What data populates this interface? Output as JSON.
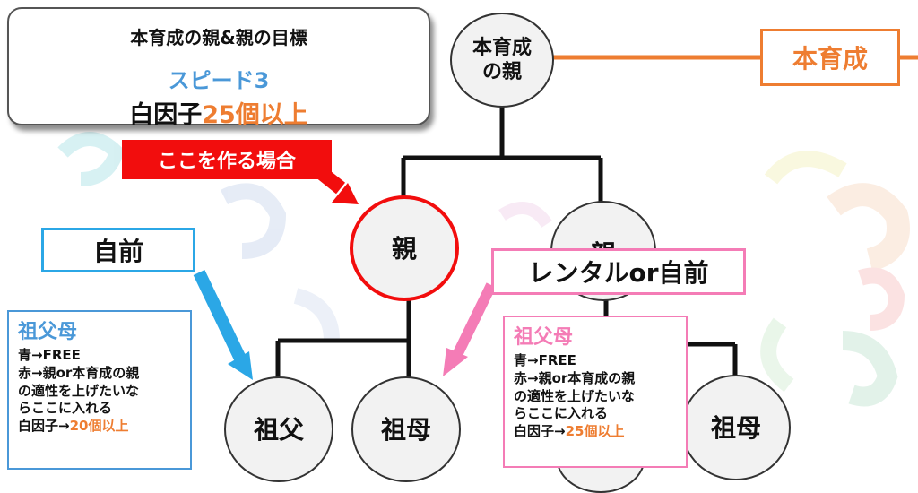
{
  "goal_box": {
    "title": "本育成の親&親の目標",
    "speed": "スピード3",
    "white_factor_label": "白因子",
    "white_factor_value": "25個以上"
  },
  "nodes": {
    "main_parent": "本育成\nの親",
    "parent": "親",
    "parent_right": "親",
    "grandfather": "祖父",
    "grandmother": "祖母",
    "grandmother_right": "祖母"
  },
  "labels": {
    "main_training": "本育成",
    "make_here": "ここを作る場合",
    "own": "自前",
    "rental_or_own": "レンタルor自前"
  },
  "info_left": {
    "title": "祖父母",
    "lines": [
      "青→FREE",
      "赤→親or本育成の親",
      "の適性を上げたいな",
      "らここに入れる"
    ],
    "white_label": "白因子→",
    "white_value": "20個以上"
  },
  "info_right": {
    "title": "祖父母",
    "lines": [
      "青→FREE",
      "赤→親or本育成の親",
      "の適性を上げたいな",
      "らここに入れる"
    ],
    "white_label": "白因子→",
    "white_value": "25個以上"
  },
  "colors": {
    "orange": "#ee7d31",
    "red": "#f20d0d",
    "blue": "#2ba7e6",
    "pink": "#f47cb6"
  }
}
